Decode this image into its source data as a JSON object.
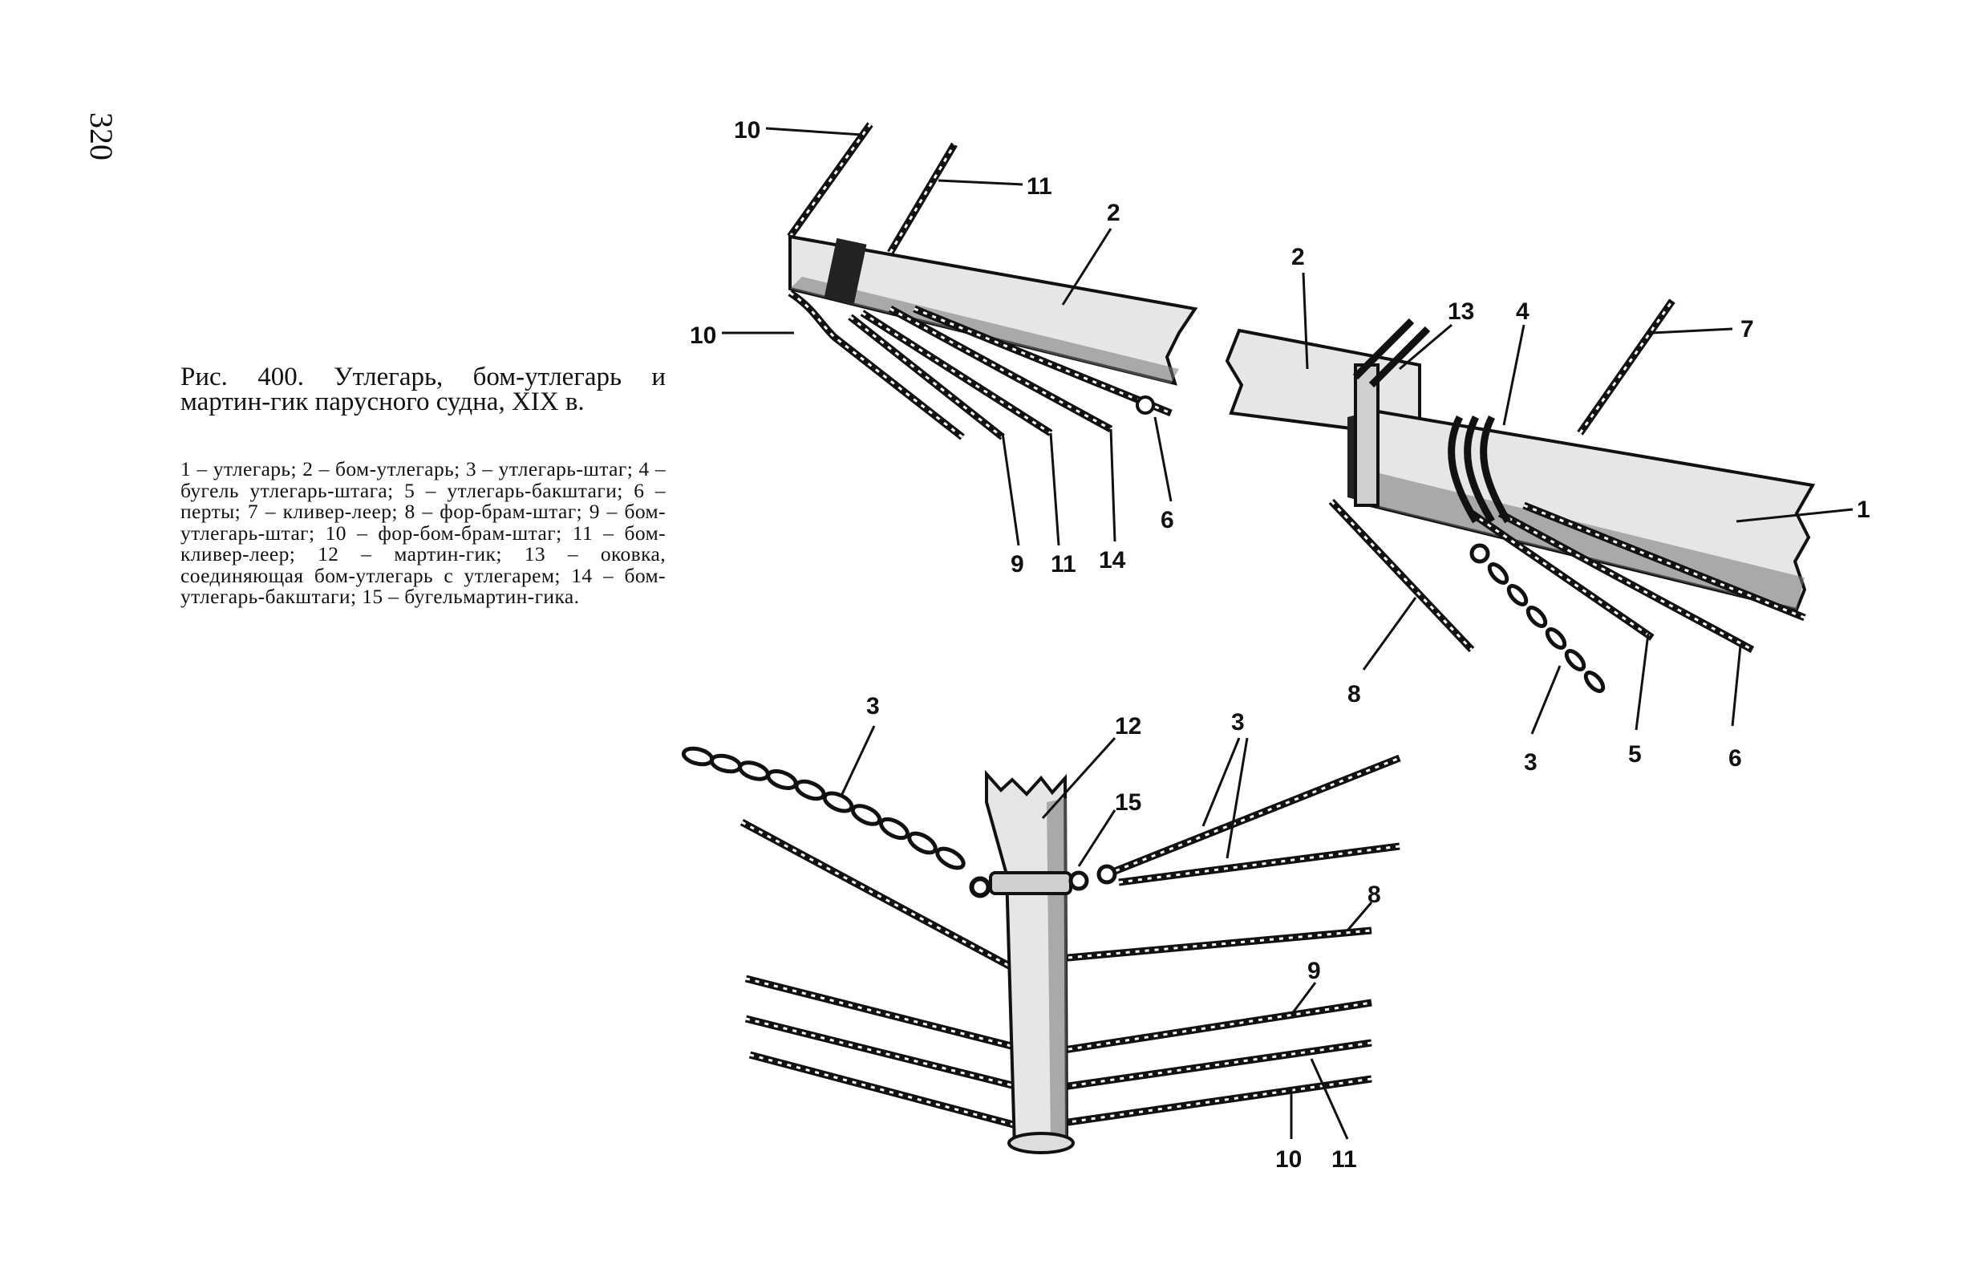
{
  "page_number": "320",
  "caption": {
    "title": "Рис. 400. Утлегарь, бом-утлегарь и мартин-гик парусного судна, XIX в.",
    "legend": "1 – утлегарь; 2 – бом-утлегарь; 3 – утлегарь-штаг; 4 – бугель утлегарь-штага; 5 – утлегарь-бакштаги; 6 – перты; 7 – кливер-леер; 8 – фор-брам-штаг; 9 – бом-утлегарь-штаг; 10 – фор-бом-брам-штаг; 11 – бом-кливер-леер; 12 – мартин-гик; 13 – оковка, соединяющая бом-утлегарь с утлегарем; 14 – бом-утлегарь-бакштаги; 15 – бугельмартин-гика."
  },
  "diagram_labels": {
    "top_left": {
      "l10a": "10",
      "l11a": "11",
      "l2": "2",
      "l10b": "10",
      "l9": "9",
      "l11b": "11",
      "l14": "14",
      "l6": "6"
    },
    "right": {
      "l2": "2",
      "l13": "13",
      "l4": "4",
      "l7": "7",
      "l1": "1",
      "l8": "8",
      "l3": "3",
      "l5": "5",
      "l6": "6"
    },
    "bottom": {
      "l3a": "3",
      "l12": "12",
      "l15": "15",
      "l3b": "3",
      "l8": "8",
      "l9": "9",
      "l10": "10",
      "l11": "11"
    }
  }
}
